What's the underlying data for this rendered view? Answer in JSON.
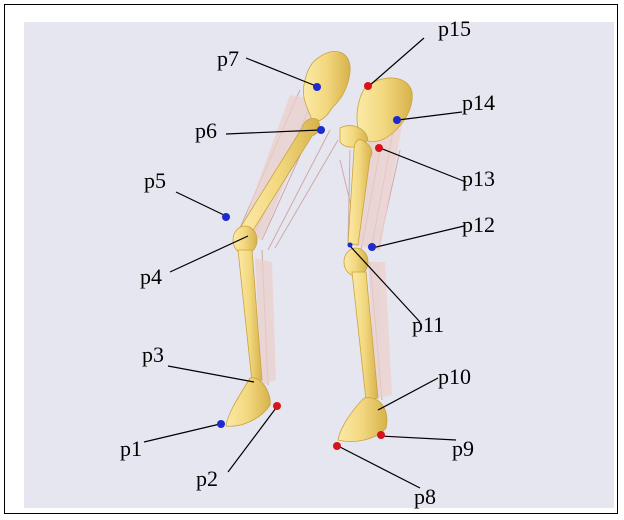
{
  "colors": {
    "background": "#e6e6f0",
    "bone": "#f2d77e",
    "bone_shadow": "#d9b850",
    "muscle": "#e8c9c4",
    "marker_blue": "#1c2ad0",
    "marker_red": "#d8141b"
  },
  "markers": [
    {
      "id": "p1",
      "label": "p1",
      "color": "blue"
    },
    {
      "id": "p2",
      "label": "p2",
      "color": "red"
    },
    {
      "id": "p3",
      "label": "p3",
      "color": "none"
    },
    {
      "id": "p4",
      "label": "p4",
      "color": "none"
    },
    {
      "id": "p5",
      "label": "p5",
      "color": "blue"
    },
    {
      "id": "p6",
      "label": "p6",
      "color": "blue"
    },
    {
      "id": "p7",
      "label": "p7",
      "color": "blue"
    },
    {
      "id": "p8",
      "label": "p8",
      "color": "red"
    },
    {
      "id": "p9",
      "label": "p9",
      "color": "red"
    },
    {
      "id": "p10",
      "label": "p10",
      "color": "none"
    },
    {
      "id": "p11",
      "label": "p11",
      "color": "blue"
    },
    {
      "id": "p12",
      "label": "p12",
      "color": "blue"
    },
    {
      "id": "p13",
      "label": "p13",
      "color": "red"
    },
    {
      "id": "p14",
      "label": "p14",
      "color": "blue"
    },
    {
      "id": "p15",
      "label": "p15",
      "color": "red"
    }
  ]
}
